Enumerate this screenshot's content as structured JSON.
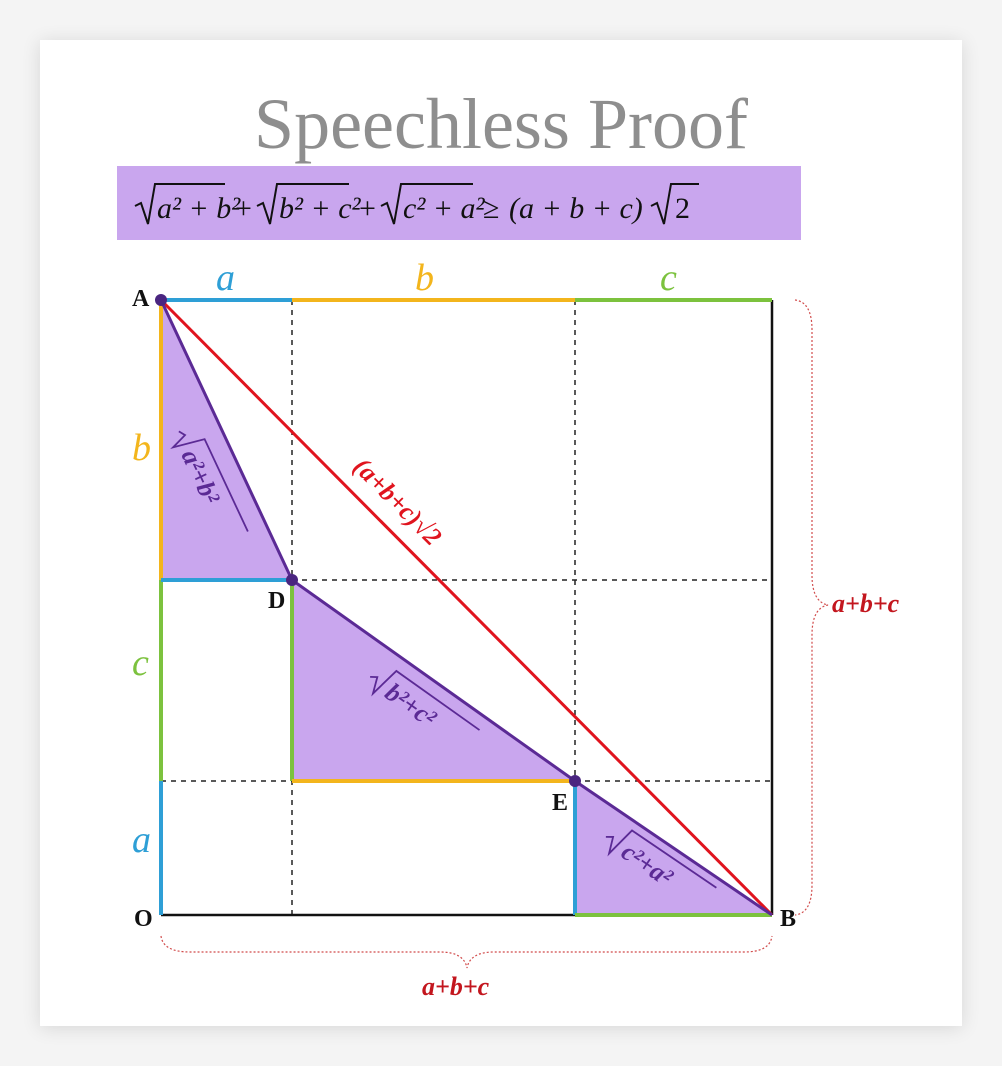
{
  "title": "Speechless Proof",
  "formula": {
    "t1": "a² + b²",
    "t2": "b² + c²",
    "t3": "c² + a²",
    "plus": "+",
    "geq": "≥",
    "rhs_group": "(a + b + c)",
    "rhs_root": "2",
    "full_text": "√(a²+b²) + √(b²+c²) + √(c²+a²) ≥ (a+b+c)√2"
  },
  "points": {
    "A": "A",
    "B": "B",
    "D": "D",
    "E": "E",
    "O": "O"
  },
  "segments": {
    "top_a": "a",
    "top_b": "b",
    "top_c": "c",
    "left_b": "b",
    "left_c": "c",
    "left_a": "a"
  },
  "hyp_labels": {
    "ab": "a²+b²",
    "bc": "b²+c²",
    "ca": "c²+a²",
    "diag": "(a+b+c)√2"
  },
  "brackets": {
    "right": "a+b+c",
    "bottom": "a+b+c"
  },
  "colors": {
    "a": "#2e9fd6",
    "b": "#f3b51c",
    "c": "#7cc23e",
    "diag": "#e0141e",
    "triangle_fill": "#c9a6ee",
    "purple": "#5b2a95",
    "bracket": "#d14b4b",
    "frame": "#111111",
    "title": "#8e8e8e"
  }
}
